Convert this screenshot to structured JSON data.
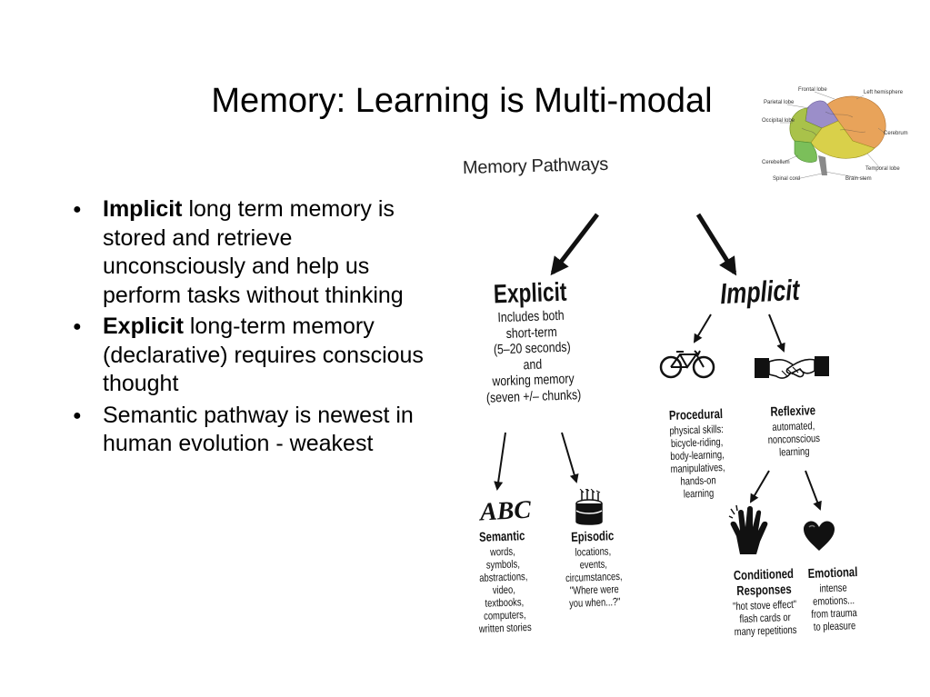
{
  "slide": {
    "title": "Memory: Learning is Multi-modal"
  },
  "bullets": [
    {
      "bold": "Implicit",
      "rest": " long term memory is stored and retrieve unconsciously and help us perform tasks without thinking"
    },
    {
      "bold": "Explicit",
      "rest": " long-term memory (declarative) requires conscious thought"
    },
    {
      "bold": "",
      "rest": "Semantic pathway is newest in human evolution - weakest"
    }
  ],
  "brain": {
    "labels": {
      "frontal": "Frontal lobe",
      "left_hemisphere": "Left hemisphere",
      "parietal": "Parietal lobe",
      "occipital": "Occipital lobe",
      "cerebrum": "Cerebrum",
      "cerebellum": "Cerebellum",
      "temporal": "Temporal lobe",
      "spinal_cord": "Spinal cord",
      "brain_stem": "Brain stem"
    },
    "colors": {
      "frontal": "#e8a35a",
      "parietal": "#9b8ec9",
      "occipital": "#a9c24a",
      "temporal": "#d9d04a",
      "cerebellum": "#7bbf5a",
      "stem": "#8a8a8a"
    }
  },
  "diagram": {
    "title": "Memory Pathways",
    "explicit": {
      "head": "Explicit",
      "desc": [
        "Includes both",
        "short-term",
        "(5–20 seconds) and",
        "working memory",
        "(seven +/– chunks)"
      ]
    },
    "implicit": {
      "head": "Implicit"
    },
    "procedural": {
      "head": "Procedural",
      "desc": [
        "physical skills:",
        "bicycle-riding,",
        "body-learning,",
        "manipulatives,",
        "hands-on",
        "learning"
      ]
    },
    "reflexive": {
      "head": "Reflexive",
      "desc": [
        "automated,",
        "nonconscious",
        "learning"
      ]
    },
    "semantic": {
      "icon_text": "ABC",
      "head": "Semantic",
      "desc": [
        "words, symbols,",
        "abstractions,",
        "video, textbooks,",
        "computers,",
        "written stories"
      ]
    },
    "episodic": {
      "head": "Episodic",
      "desc": [
        "locations,",
        "events,",
        "circumstances,",
        "\"Where were",
        "you when...?\""
      ]
    },
    "conditioned": {
      "head": [
        "Conditioned",
        "Responses"
      ],
      "desc": [
        "\"hot stove effect\"",
        "flash cards or",
        "many repetitions"
      ]
    },
    "emotional": {
      "head": "Emotional",
      "desc": [
        "intense",
        "emotions...",
        "from trauma",
        "to pleasure"
      ]
    },
    "icons": {
      "procedural": "bicycle-icon",
      "reflexive": "handshake-icon",
      "episodic": "birthday-cake-icon",
      "conditioned": "hand-icon",
      "emotional": "heart-icon"
    }
  }
}
